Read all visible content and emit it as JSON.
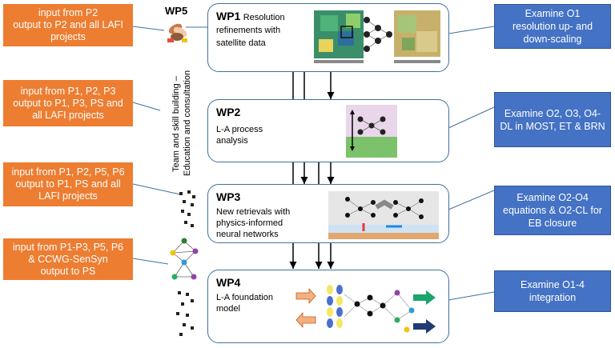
{
  "left_boxes": [
    "input from P2\noutput to P2 and all LAFI projects",
    "input from P1, P2, P3\noutput to P1, P3, PS and all LAFI projects",
    "input from P1, P2, P5, P6\noutput to P1, PS and all LAFI projects",
    "input from P1-P3, P5, P6\n& CCWG-SenSyn\noutput to PS"
  ],
  "wp5": {
    "label": "WP5",
    "side_text_1": "Team and skill building –",
    "side_text_2": "Education and consultation"
  },
  "work_packages": [
    {
      "id": "WP1",
      "title_rest": "Resolution refinements with satellite data",
      "sub": ""
    },
    {
      "id": "WP2",
      "title_rest": "",
      "sub": "L-A process analysis"
    },
    {
      "id": "WP3",
      "title_rest": "",
      "sub": "New retrievals with physics-informed neural networks"
    },
    {
      "id": "WP4",
      "title_rest": "",
      "sub": "L-A foundation model"
    }
  ],
  "right_boxes": [
    "Examine O1\nresolution up- and down-scaling",
    "Examine O2, O3, O4-DL in MOST, ET & BRN",
    "Examine O2-O4 equations & O2-CL for EB closure",
    "Examine O1-4 integration"
  ],
  "colors": {
    "orange": "#ed7d31",
    "blue": "#4472c4",
    "outline": "#41719c"
  }
}
